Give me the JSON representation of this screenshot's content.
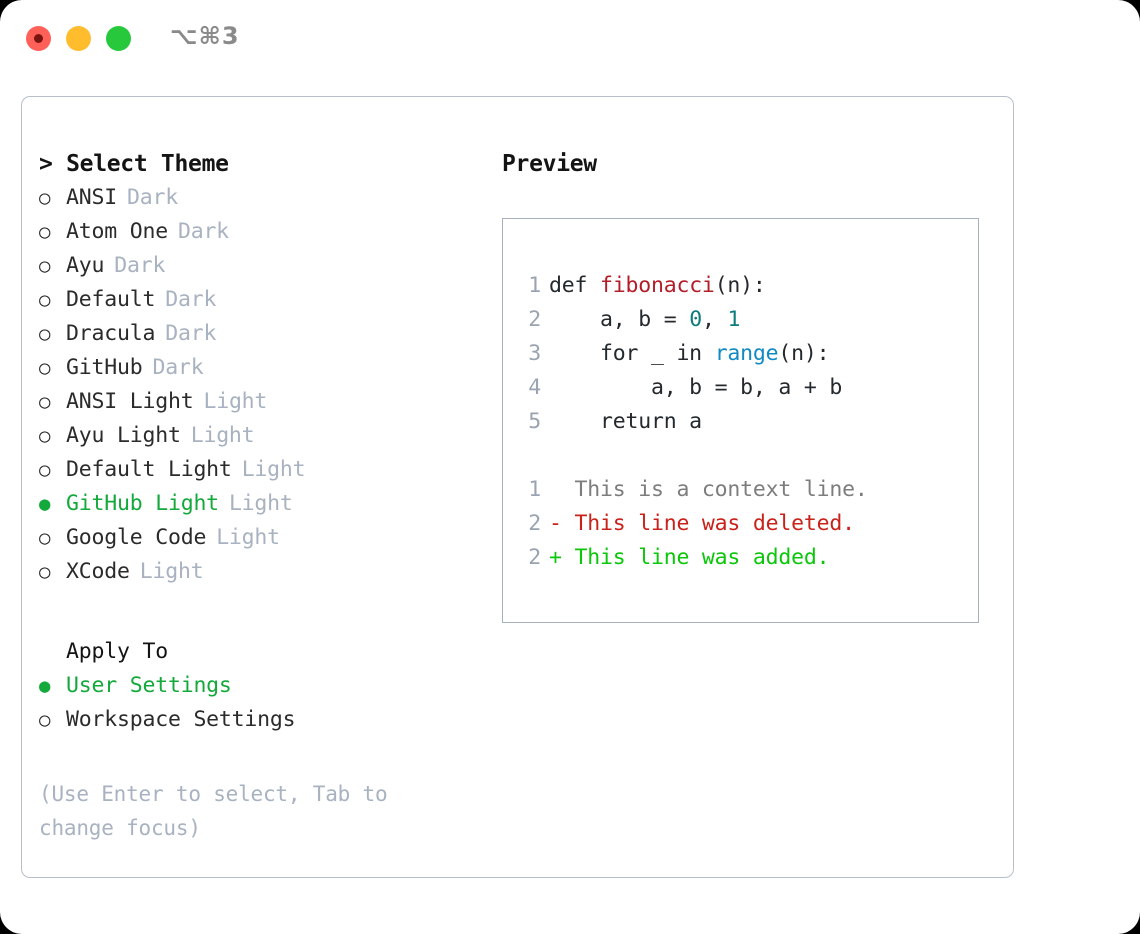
{
  "titlebar": {
    "shortcut": "⌥⌘3",
    "lights": [
      "close-red",
      "minimize-yellow",
      "maximize-green"
    ]
  },
  "left": {
    "heading": "> Select Theme",
    "themes": [
      {
        "marker": "○",
        "name": "ANSI",
        "tag": "Dark",
        "selected": false
      },
      {
        "marker": "○",
        "name": "Atom One",
        "tag": "Dark",
        "selected": false
      },
      {
        "marker": "○",
        "name": "Ayu",
        "tag": "Dark",
        "selected": false
      },
      {
        "marker": "○",
        "name": "Default",
        "tag": "Dark",
        "selected": false
      },
      {
        "marker": "○",
        "name": "Dracula",
        "tag": "Dark",
        "selected": false
      },
      {
        "marker": "○",
        "name": "GitHub",
        "tag": "Dark",
        "selected": false
      },
      {
        "marker": "○",
        "name": "ANSI Light",
        "tag": "Light",
        "selected": false
      },
      {
        "marker": "○",
        "name": "Ayu Light",
        "tag": "Light",
        "selected": false
      },
      {
        "marker": "○",
        "name": "Default Light",
        "tag": "Light",
        "selected": false
      },
      {
        "marker": "●",
        "name": "GitHub Light",
        "tag": "Light",
        "selected": true
      },
      {
        "marker": "○",
        "name": "Google Code",
        "tag": "Light",
        "selected": false
      },
      {
        "marker": "○",
        "name": "XCode",
        "tag": "Light",
        "selected": false
      }
    ],
    "apply_to_heading": "Apply To",
    "apply_to": [
      {
        "marker": "●",
        "name": "User Settings",
        "selected": true
      },
      {
        "marker": "○",
        "name": "Workspace Settings",
        "selected": false
      }
    ],
    "hint": "(Use Enter to select, Tab to change focus)"
  },
  "preview": {
    "title": "Preview",
    "code": [
      {
        "num": "1",
        "segments": [
          {
            "t": "def ",
            "c": "code-txt"
          },
          {
            "t": "fibonacci",
            "c": "tok-fn"
          },
          {
            "t": "(n):",
            "c": "code-txt"
          }
        ]
      },
      {
        "num": "2",
        "segments": [
          {
            "t": "    a, b = ",
            "c": "code-txt"
          },
          {
            "t": "0",
            "c": "tok-num"
          },
          {
            "t": ", ",
            "c": "code-txt"
          },
          {
            "t": "1",
            "c": "tok-num"
          }
        ]
      },
      {
        "num": "3",
        "segments": [
          {
            "t": "    for _ in ",
            "c": "code-txt"
          },
          {
            "t": "range",
            "c": "tok-bi"
          },
          {
            "t": "(n):",
            "c": "code-txt"
          }
        ]
      },
      {
        "num": "4",
        "segments": [
          {
            "t": "        a, b = b, a + b",
            "c": "code-txt"
          }
        ]
      },
      {
        "num": "5",
        "segments": [
          {
            "t": "    return a",
            "c": "code-txt"
          }
        ]
      }
    ],
    "diff": [
      {
        "num": "1",
        "text": "  This is a context line.",
        "kind": "diff-ctx"
      },
      {
        "num": "2",
        "text": "- This line was deleted.",
        "kind": "diff-del"
      },
      {
        "num": "2",
        "text": "+ This line was added.",
        "kind": "diff-add"
      }
    ]
  },
  "colors": {
    "selected_green": "#13a93b",
    "diff_add_green": "#0ac70a",
    "diff_del_red": "#c9221b",
    "function_red": "#b31d28",
    "number_teal": "#0e7c7b",
    "builtin_blue": "#1189c2",
    "muted_tag": "#a8b2c0",
    "border": "#b7bfcb"
  }
}
